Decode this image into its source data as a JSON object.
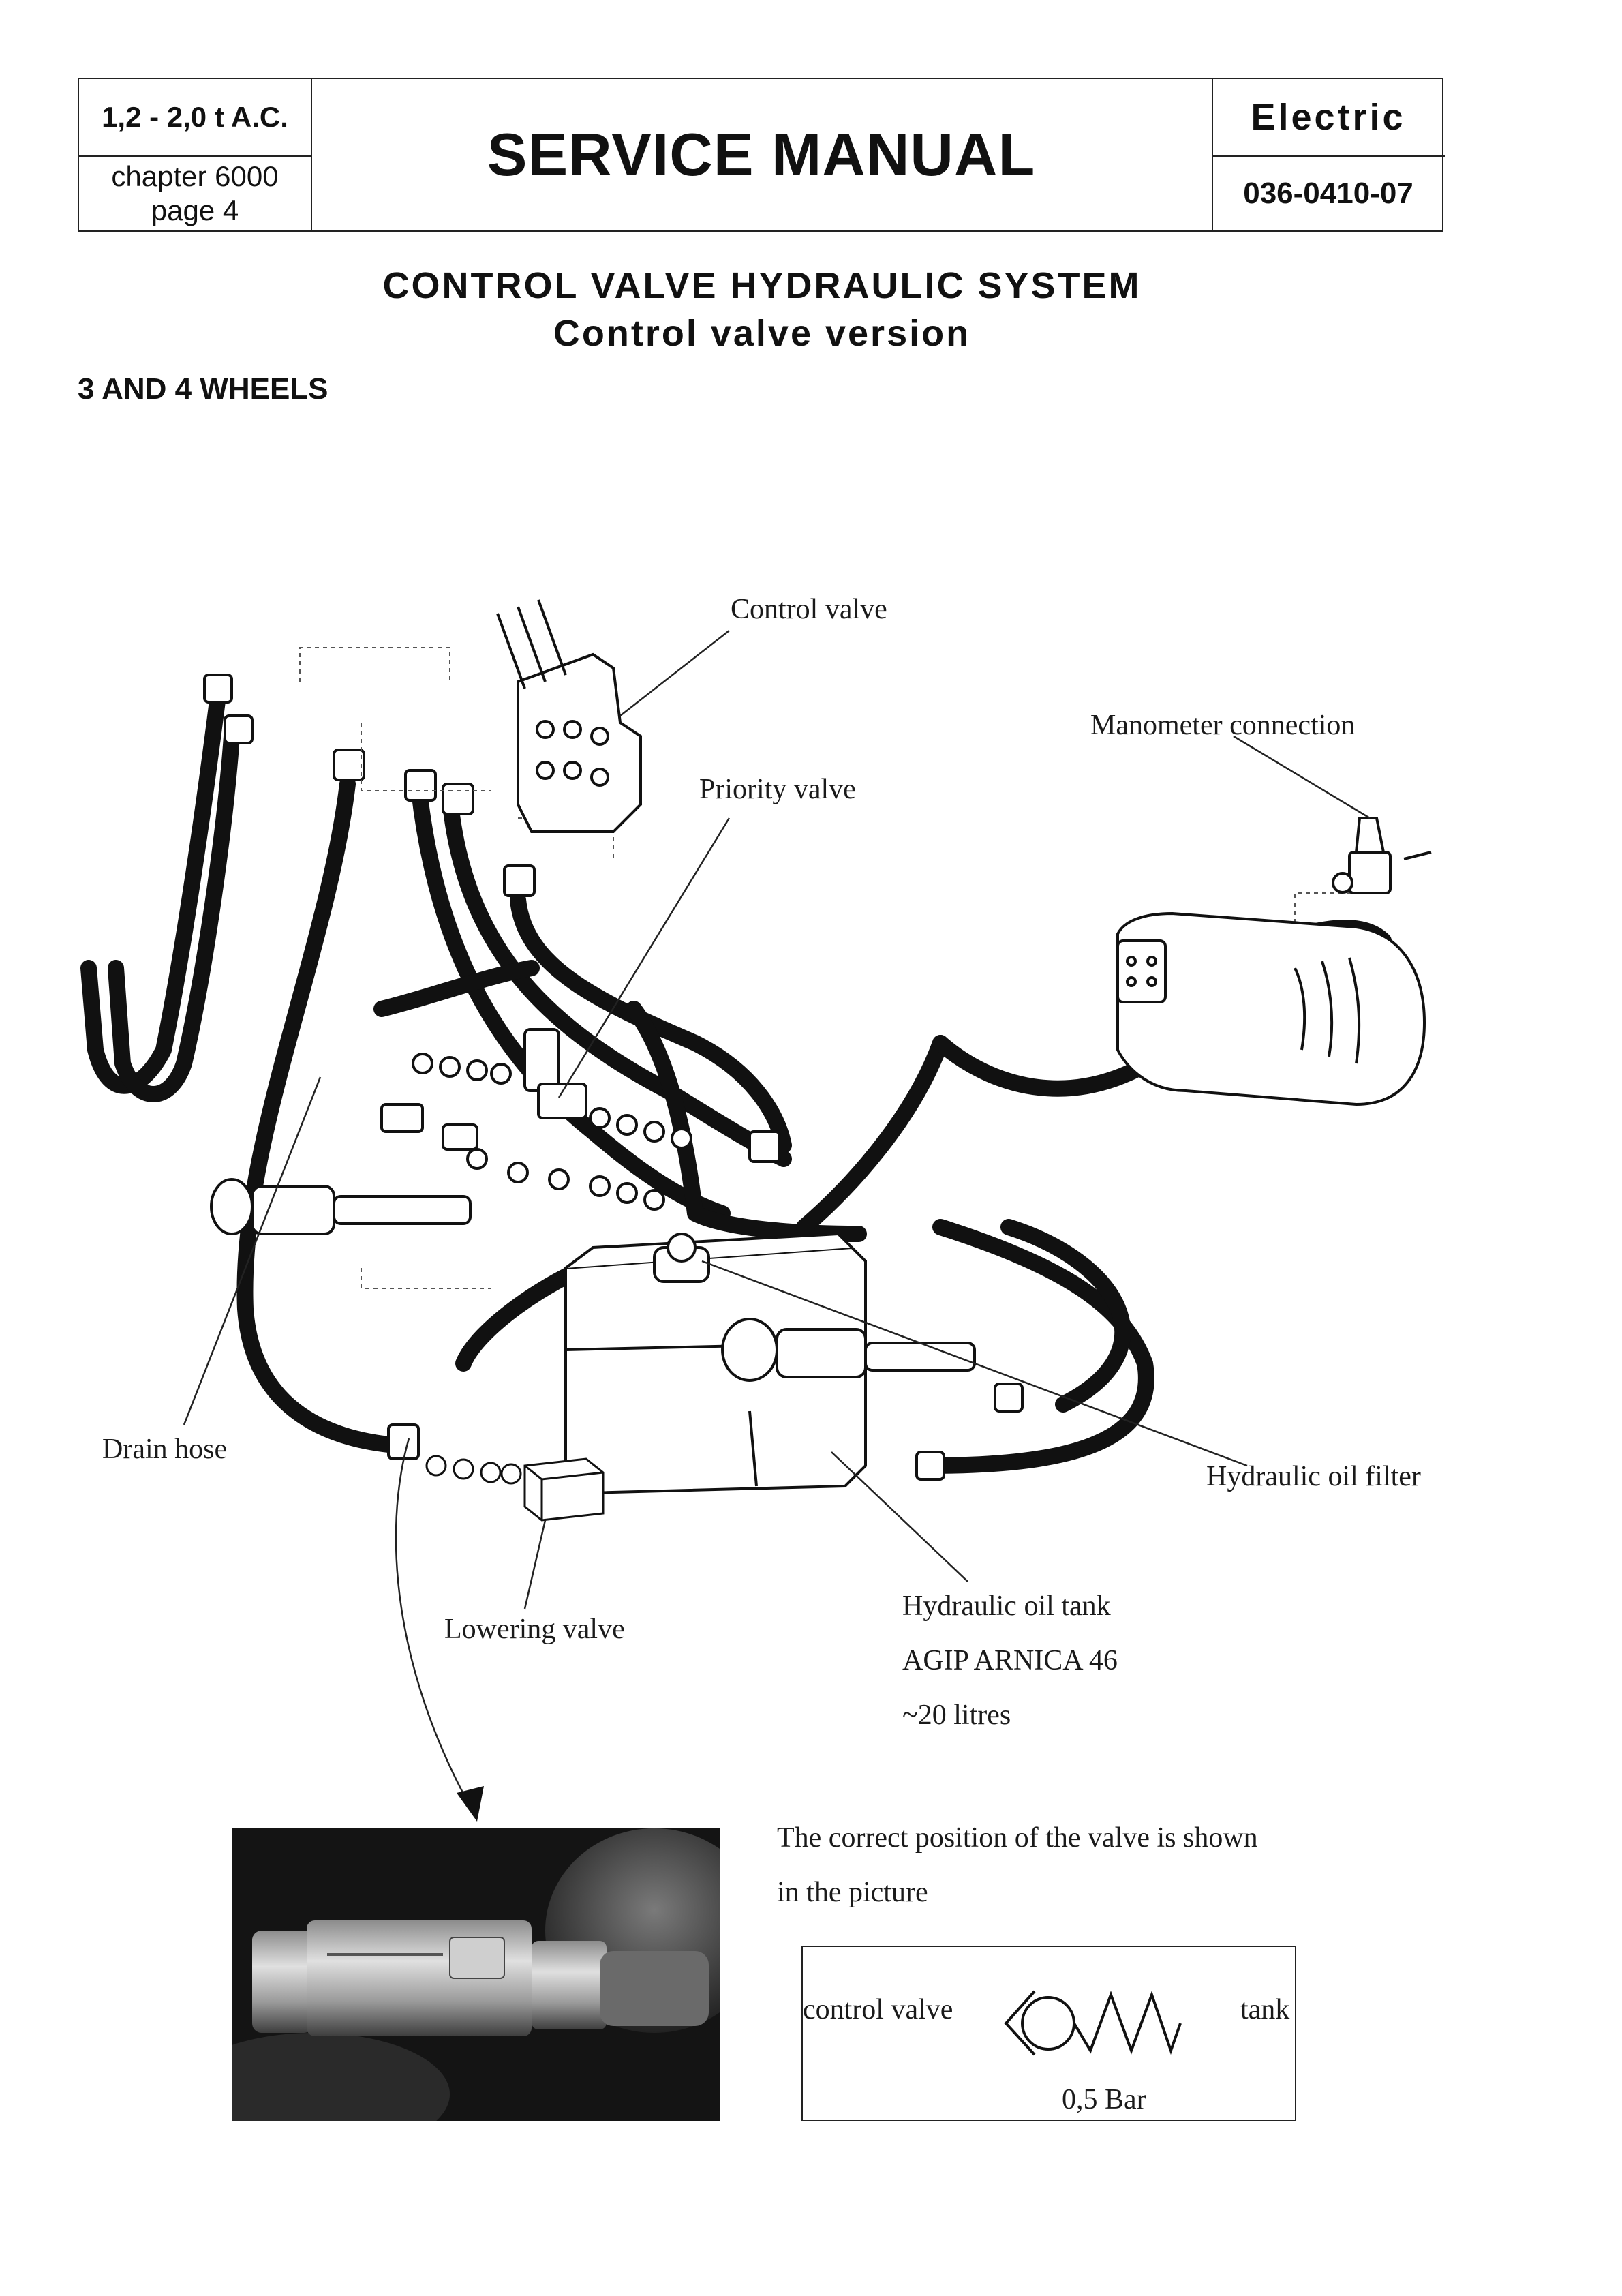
{
  "header": {
    "model": "1,2 - 2,0 t A.C.",
    "chapter": "chapter 6000",
    "page": "page 4",
    "title": "SERVICE MANUAL",
    "type": "Electric",
    "doc_number": "036-0410-07"
  },
  "heading": {
    "main": "CONTROL VALVE HYDRAULIC SYSTEM",
    "sub": "Control valve version",
    "section": "3 AND 4 WHEELS"
  },
  "diagram_labels": {
    "control_valve": "Control valve",
    "manometer_connection": "Manometer connection",
    "priority_valve": "Priority valve",
    "drain_hose": "Drain hose",
    "hydraulic_oil_filter": "Hydraulic oil filter",
    "lowering_valve": "Lowering valve",
    "oil_tank_line1": "Hydraulic oil tank",
    "oil_tank_line2": "AGIP ARNICA 46",
    "oil_tank_line3": "~20 litres"
  },
  "note": {
    "line1": "The correct position of the valve is shown",
    "line2": "in the picture"
  },
  "symbol": {
    "left_label": "control valve",
    "right_label": "tank",
    "pressure": "0,5 Bar"
  }
}
